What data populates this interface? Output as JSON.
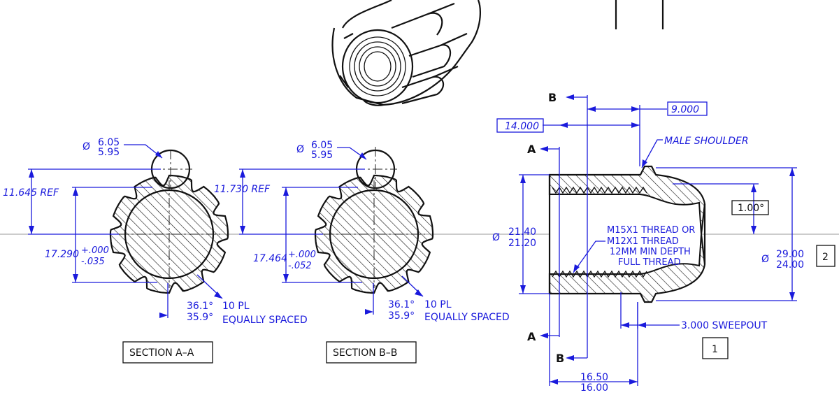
{
  "section_a": {
    "pin_dia_upper": "6.05",
    "pin_dia_lower": "5.95",
    "ref_dim": "11.645 REF",
    "major_dia": "17.290",
    "tol_plus": "+.000",
    "tol_minus": "-.035",
    "angle_upper": "36.1°",
    "angle_lower": "35.9°",
    "pattern_count": "10 PL",
    "pattern_note": "EQUALLY SPACED",
    "label": "SECTION A–A"
  },
  "section_b": {
    "pin_dia_upper": "6.05",
    "pin_dia_lower": "5.95",
    "ref_dim": "11.730 REF",
    "major_dia": "17.464",
    "tol_plus": "+.000",
    "tol_minus": "-.052",
    "angle_upper": "36.1°",
    "angle_lower": "35.9°",
    "pattern_count": "10 PL",
    "pattern_note": "EQUALLY SPACED",
    "label": "SECTION B–B"
  },
  "side_view": {
    "cut_a": "A",
    "cut_b": "B",
    "dim_14": "14.000",
    "dim_9": "9.000",
    "male_shoulder": "MALE SHOULDER",
    "angle_box": "1.00°",
    "bore_dia_upper": "21.40",
    "bore_dia_lower": "21.20",
    "outer_dia_upper": "29.00",
    "outer_dia_lower": "24.00",
    "thread_note": [
      "M15X1 THREAD OR",
      "M12X1 THREAD",
      "12MM MIN DEPTH",
      "FULL THREAD"
    ],
    "sweepout": "3.000 SWEEPOUT",
    "length_upper": "16.50",
    "length_lower": "16.00",
    "balloon_1": "1",
    "balloon_2": "2"
  },
  "symbols": {
    "diameter": "Ø"
  }
}
